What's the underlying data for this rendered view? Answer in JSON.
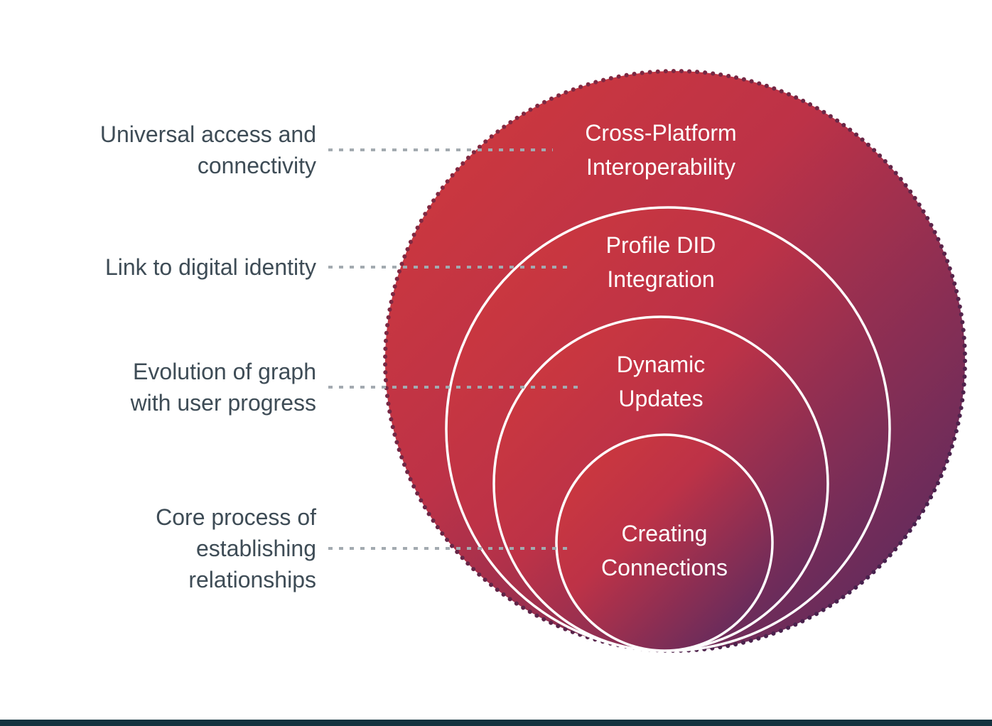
{
  "diagram": {
    "rings": [
      {
        "label": "Cross-Platform Interoperability",
        "annotation": "Universal access and connectivity"
      },
      {
        "label": "Profile DID Integration",
        "annotation": "Link to digital identity"
      },
      {
        "label": "Dynamic Updates",
        "annotation": "Evolution of graph with user progress"
      },
      {
        "label": "Creating Connections",
        "annotation": "Core process of establishing relationships"
      }
    ],
    "colors": {
      "gradient_start": "#d13a3b",
      "gradient_mid": "#bd3247",
      "gradient_end": "#4e2a62",
      "dot_start": "#8e2a3e",
      "dot_end": "#3c2150",
      "ring_stroke": "#ffffff",
      "leader_line": "#a3aab0",
      "annotation_text": "#3e4c56",
      "ring_label_text": "#ffffff",
      "footer_bar": "#14333f",
      "background": "#ffffff"
    }
  }
}
